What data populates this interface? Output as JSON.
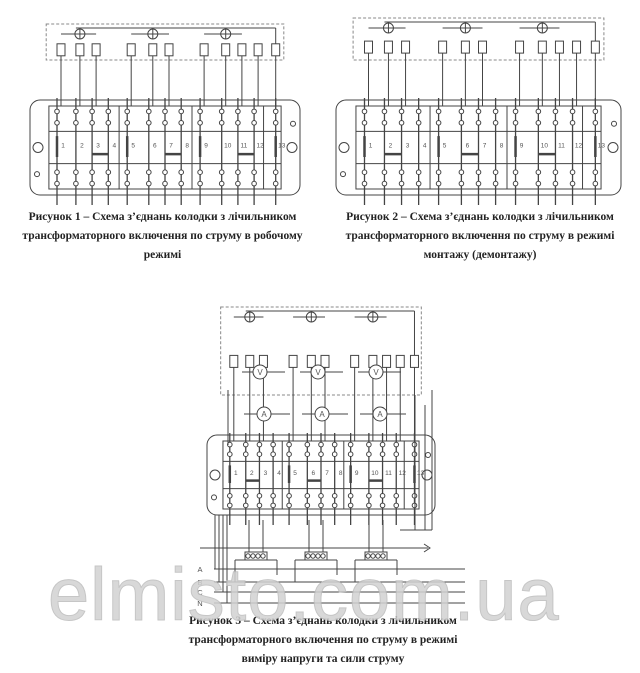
{
  "figures": [
    {
      "caption": "Рисунок 1 – Схема з’єднань колодки з лічильником трансформаторного включення по струму в робочому режимі"
    },
    {
      "caption": "Рисунок 2 – Схема з’єднань колодки з лічильником трансформаторного включення по струму в режимі монтажу (демонтажу)"
    },
    {
      "caption": "Рисунок 3 – Схема з’єднань колодки з лічильником трансформаторного включення по струму в режимі виміру напруги та сили струму"
    }
  ],
  "terminal_numbers": [
    "1",
    "2",
    "3",
    "4",
    "5",
    "6",
    "7",
    "8",
    "9",
    "10",
    "11",
    "12",
    "13"
  ],
  "meter_labels": {
    "voltmeter": "V",
    "ammeter": "A"
  },
  "phase_labels": [
    "A",
    "B",
    "C",
    "N"
  ],
  "watermark": "elmisto.com.ua",
  "colors": {
    "line": "#444444",
    "dashed": "#888888",
    "text": "#222222",
    "watermark": "#c8c8c8"
  }
}
